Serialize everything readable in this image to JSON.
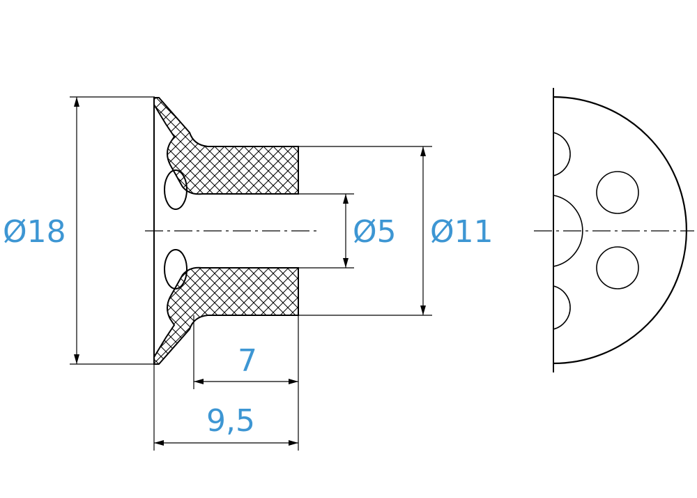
{
  "drawing": {
    "dimensions": {
      "outer_diameter": "Ø18",
      "bore_diameter": "Ø5",
      "shank_diameter": "Ø11",
      "shank_length": "7",
      "overall_length": "9,5"
    }
  },
  "colors": {
    "dimension_text": "#3d96d3",
    "line": "#000000",
    "background": "#ffffff"
  }
}
